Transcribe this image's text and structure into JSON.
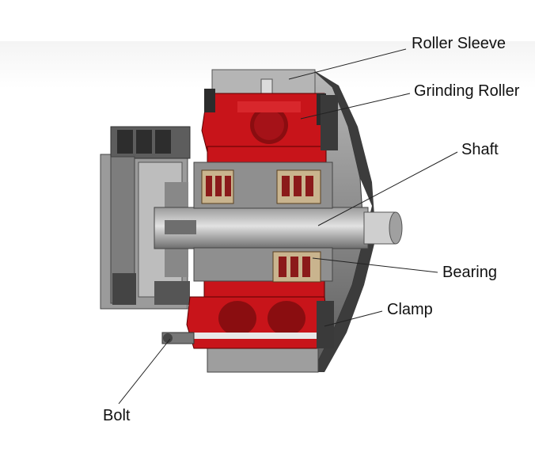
{
  "labels": {
    "roller_sleeve": "Roller Sleeve",
    "grinding_roller": "Grinding Roller",
    "shaft": "Shaft",
    "bearing": "Bearing",
    "clamp": "Clamp",
    "bolt": "Bolt"
  },
  "colors": {
    "section_red": "#c8141a",
    "steel_gray": "#8e8e8e",
    "dark_gray": "#3a3a3a",
    "light_gray": "#c9c9c9",
    "bearing_tan": "#d9c6a8"
  }
}
